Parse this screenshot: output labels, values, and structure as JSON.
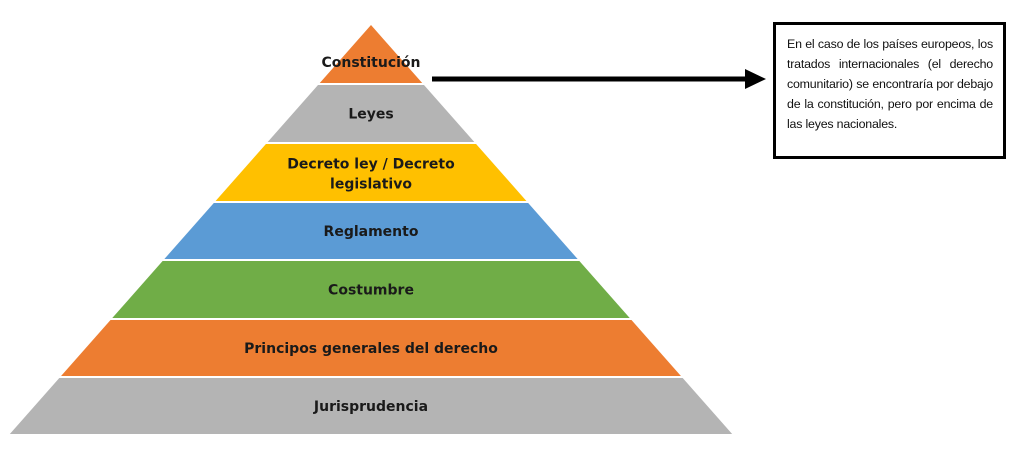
{
  "pyramid": {
    "levels": [
      {
        "label": "Constitución",
        "color": "#ED7D31"
      },
      {
        "label": "Leyes",
        "color": "#B4B4B4"
      },
      {
        "label_lines": [
          "Decreto ley / Decreto",
          "legislativo"
        ],
        "color": "#FFC000"
      },
      {
        "label": "Reglamento",
        "color": "#5B9BD5"
      },
      {
        "label": "Costumbre",
        "color": "#70AD47"
      },
      {
        "label": "Principos generales del derecho",
        "color": "#ED7D31"
      },
      {
        "label": "Jurisprudencia",
        "color": "#B4B4B4"
      }
    ]
  },
  "note": {
    "text": "En el caso de los países europeos, los tratados internacionales (el derecho comunitario) se encontraría por debajo de la constitución, pero por encima de las leyes nacionales."
  }
}
